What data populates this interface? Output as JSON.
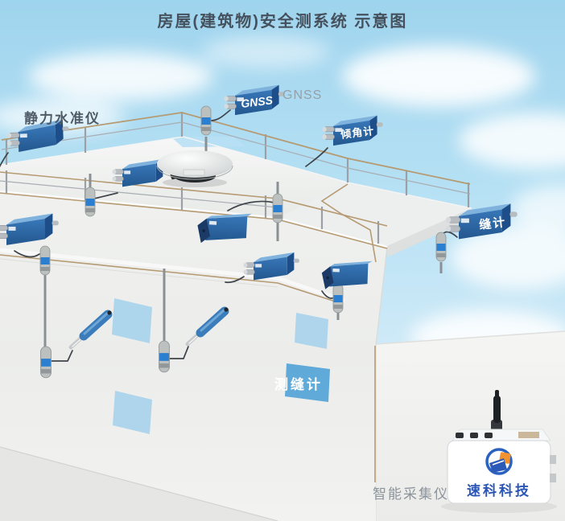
{
  "title": "房屋(建筑物)安全测系统 示意图",
  "captions": {
    "static_level_gauge": "静力水准仪",
    "gnss": "GNSS",
    "smart_collector": "智能采集仪"
  },
  "device_labels": {
    "gnss_box": "GNSS",
    "inclinometer": "倾角计",
    "crack_gauge": "缝计",
    "crack_meter_wall": "测缝计",
    "brand": "速科科技"
  },
  "colors": {
    "sky": "#a6d9f1",
    "title_text": "#45515c",
    "caption_gray": "#929ca5",
    "sensor_box_blue": "#2e6cac",
    "wire_tan": "#b59a72",
    "window_patch": "#a5d2ec",
    "brand_blue": "#2b55b4"
  }
}
